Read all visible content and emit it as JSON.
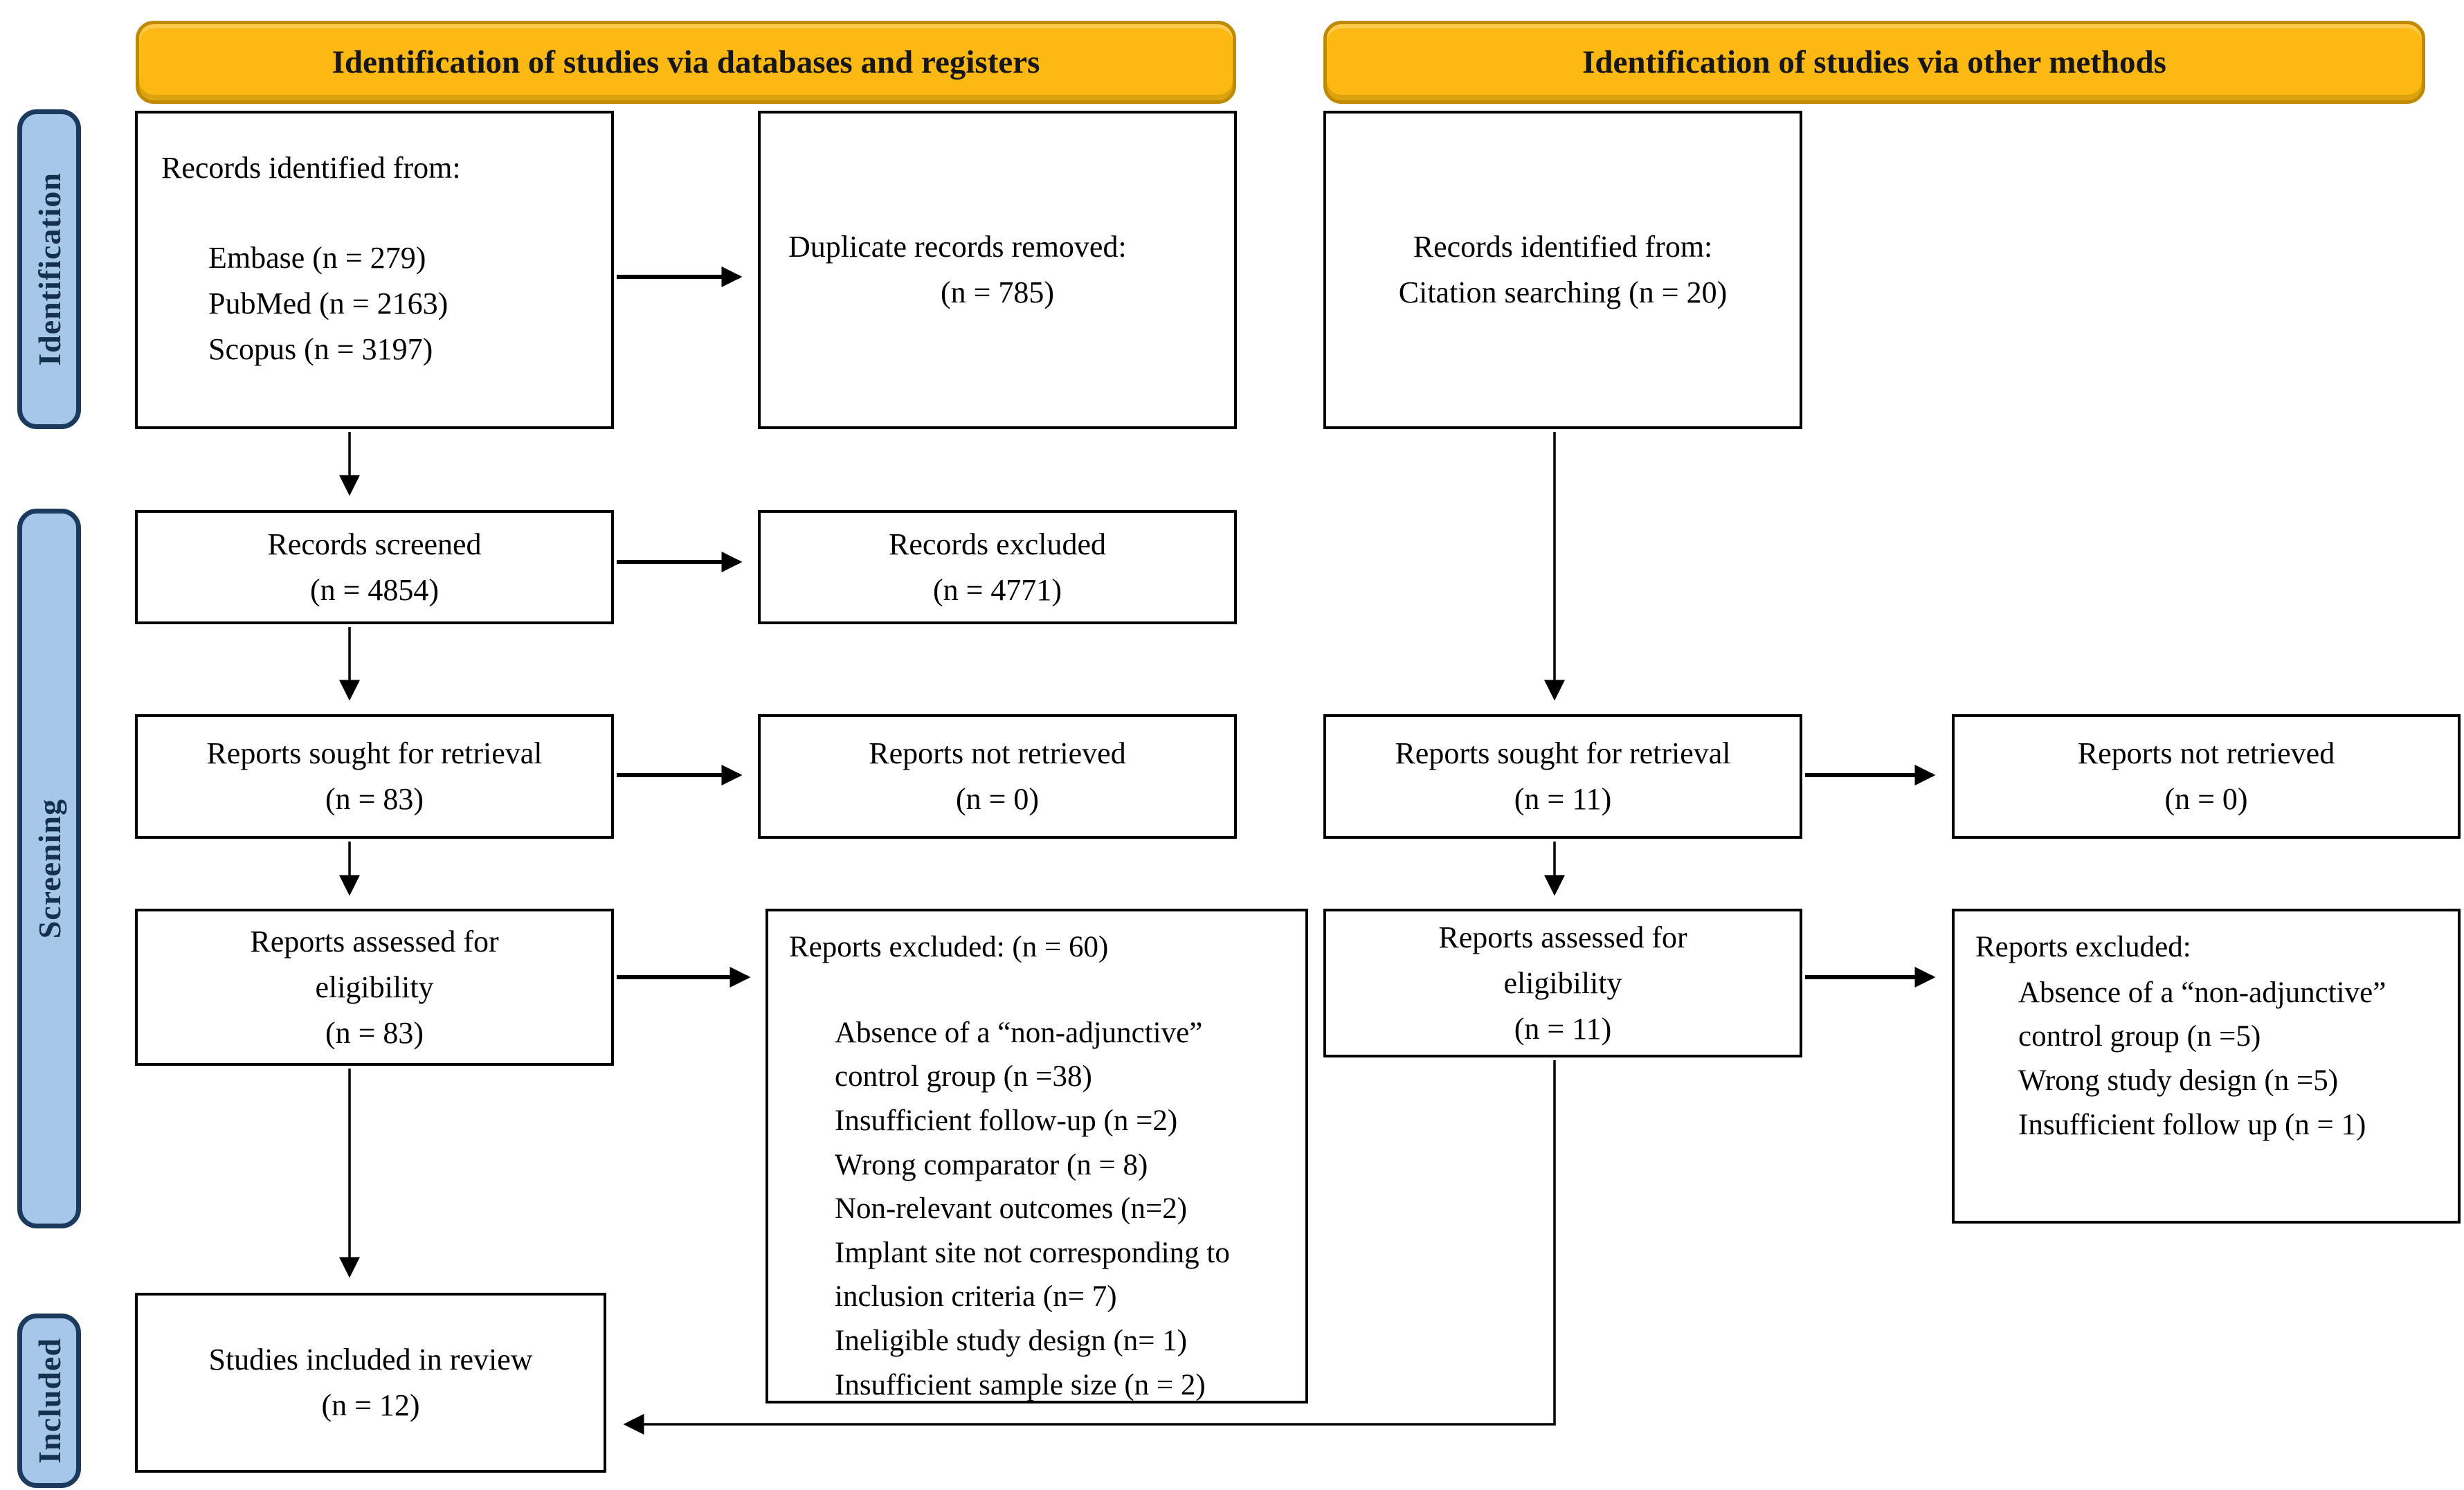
{
  "banners": {
    "databases": "Identification of studies via databases and registers",
    "other_methods": "Identification of studies via other methods"
  },
  "stage_labels": {
    "identification": "Identification",
    "screening": "Screening",
    "included": "Included"
  },
  "boxes": {
    "records_identified_db": {
      "title": "Records identified from:",
      "items": [
        "Embase (n = 279)",
        "PubMed (n = 2163)",
        "Scopus (n = 3197)"
      ]
    },
    "duplicates_removed": {
      "line1": "Duplicate records removed:",
      "line2": "(n = 785)"
    },
    "records_identified_other": {
      "line1": "Records identified from:",
      "line2": "Citation searching (n = 20)"
    },
    "records_screened": {
      "line1": "Records screened",
      "line2": "(n = 4854)"
    },
    "records_excluded": {
      "line1": "Records excluded",
      "line2": "(n = 4771)"
    },
    "reports_sought_db": {
      "line1": "Reports sought for retrieval",
      "line2": "(n = 83)"
    },
    "reports_not_retrieved_db": {
      "line1": "Reports not retrieved",
      "line2": "(n = 0)"
    },
    "reports_sought_other": {
      "line1": "Reports sought for retrieval",
      "line2": "(n = 11)"
    },
    "reports_not_retrieved_other": {
      "line1": "Reports not retrieved",
      "line2": "(n = 0)"
    },
    "reports_assessed_db": {
      "line1": "Reports assessed for",
      "line2": "eligibility",
      "line3": "(n = 83)"
    },
    "reports_excluded_db": {
      "title": "Reports excluded: (n = 60)",
      "items": [
        "Absence of a “non-adjunctive” control group (n =38)",
        "Insufficient follow-up (n =2)",
        "Wrong comparator (n = 8)",
        "Non-relevant outcomes (n=2)",
        "Implant site not corresponding to inclusion criteria (n= 7)",
        "Ineligible study design (n= 1)",
        "Insufficient sample size (n = 2)"
      ]
    },
    "reports_assessed_other": {
      "line1": "Reports assessed for",
      "line2": "eligibility",
      "line3": "(n = 11)"
    },
    "reports_excluded_other": {
      "title": "Reports excluded:",
      "items": [
        "Absence of a “non-adjunctive” control group (n =5)",
        "Wrong study design (n =5)",
        "Insufficient follow up (n = 1)"
      ]
    },
    "studies_included": {
      "line1": "Studies included in review",
      "line2": "(n = 12)"
    }
  },
  "colors": {
    "banner_fill": "#FCB913",
    "banner_border": "#C08A00",
    "stage_fill": "#A7C7E8",
    "stage_border": "#1C3A5E",
    "box_border": "#000000"
  }
}
